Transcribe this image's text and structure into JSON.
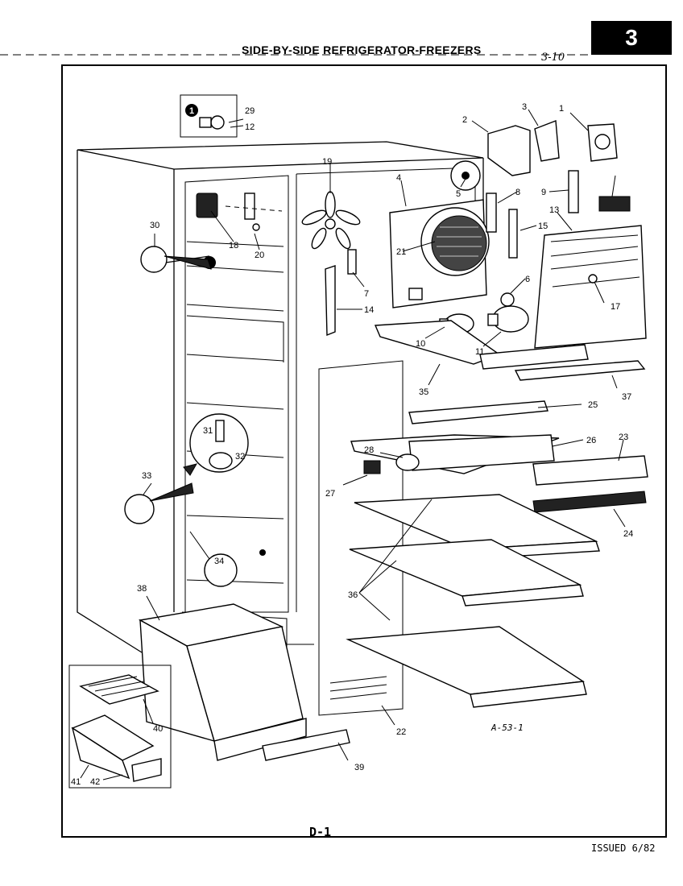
{
  "header": {
    "title": "SIDE-BY-SIDE REFRIGERATOR-FREEZERS",
    "page_tab": "3",
    "handwritten_note": "3-10"
  },
  "figure": {
    "code": "D-1",
    "drawing_ref": "A-53-1",
    "issued": "ISSUED 6/82",
    "inset_marker": "1"
  },
  "part_labels": [
    "1",
    "2",
    "3",
    "4",
    "5",
    "6",
    "7",
    "8",
    "9",
    "10",
    "11",
    "12",
    "13",
    "14",
    "15",
    "17",
    "18",
    "19",
    "20",
    "21",
    "22",
    "23",
    "24",
    "25",
    "26",
    "27",
    "28",
    "29",
    "30",
    "31",
    "32",
    "33",
    "34",
    "35",
    "36",
    "37",
    "38",
    "39",
    "40",
    "41",
    "42"
  ]
}
